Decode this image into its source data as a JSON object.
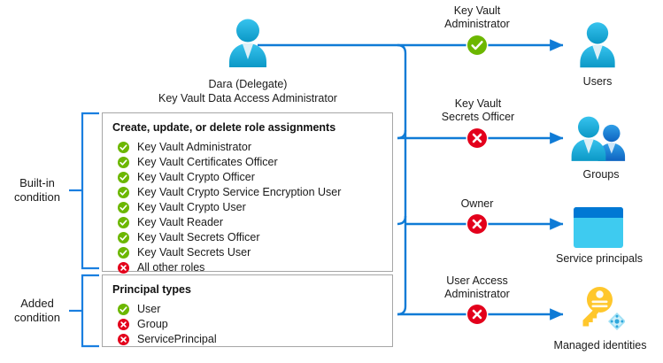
{
  "source": {
    "name": "Dara (Delegate)",
    "role": "Key Vault Data Access Administrator",
    "avatar_icon": "user-avatar-icon"
  },
  "conditions": [
    {
      "label_line1": "Built-in",
      "label_line2": "condition"
    },
    {
      "label_line1": "Added",
      "label_line2": "condition"
    }
  ],
  "boxes": [
    {
      "title": "Create, update, or delete role assignments",
      "items": [
        {
          "state": "allow",
          "text": "Key Vault Administrator"
        },
        {
          "state": "allow",
          "text": "Key Vault Certificates Officer"
        },
        {
          "state": "allow",
          "text": "Key Vault Crypto Officer"
        },
        {
          "state": "allow",
          "text": "Key Vault Crypto Service Encryption User"
        },
        {
          "state": "allow",
          "text": "Key Vault Crypto User"
        },
        {
          "state": "allow",
          "text": "Key Vault Reader"
        },
        {
          "state": "allow",
          "text": "Key Vault Secrets Officer"
        },
        {
          "state": "allow",
          "text": "Key Vault Secrets User"
        },
        {
          "state": "deny",
          "text": "All other roles"
        }
      ]
    },
    {
      "title": "Principal types",
      "items": [
        {
          "state": "allow",
          "text": "User"
        },
        {
          "state": "deny",
          "text": "Group"
        },
        {
          "state": "deny",
          "text": "ServicePrincipal"
        }
      ]
    }
  ],
  "branches": [
    {
      "label_line1": "Key Vault",
      "label_line2": "Administrator",
      "state": "allow",
      "target_label": "Users",
      "target_icon": "users-icon"
    },
    {
      "label_line1": "Key Vault",
      "label_line2": "Secrets Officer",
      "state": "deny",
      "target_label": "Groups",
      "target_icon": "groups-icon"
    },
    {
      "label_line1": "Owner",
      "label_line2": "",
      "state": "deny",
      "target_label": "Service principals",
      "target_icon": "service-principal-icon"
    },
    {
      "label_line1": "User Access",
      "label_line2": "Administrator",
      "state": "deny",
      "target_label": "Managed identities",
      "target_icon": "managed-identity-key-icon"
    }
  ],
  "colors": {
    "allow_green": "#6CB700",
    "deny_red": "#E3001B",
    "connector_blue": "#0F7BD6",
    "bracket_blue": "#1A7FE0",
    "avatar_cyan": "#2BB7E8",
    "avatar_cyan_dark": "#0C9BC7",
    "group_blue": "#1D7FD4",
    "sp_header": "#0078D4",
    "sp_body": "#3ECBF0",
    "key_gold": "#FFC72C",
    "box_border": "#A6A6A6"
  }
}
